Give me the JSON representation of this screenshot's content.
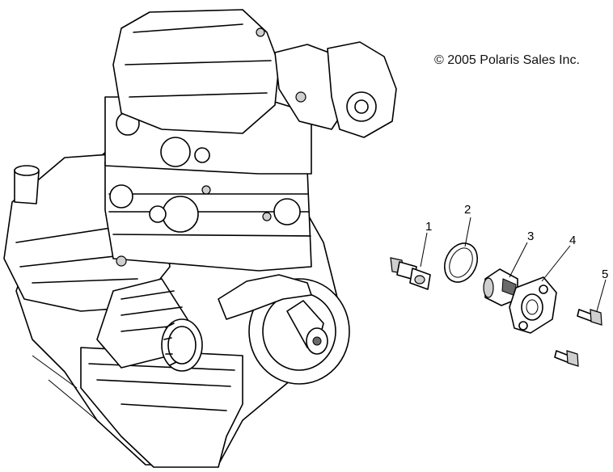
{
  "copyright": "© 2005 Polaris Sales Inc.",
  "callouts": [
    {
      "label": "1"
    },
    {
      "label": "2"
    },
    {
      "label": "3"
    },
    {
      "label": "4"
    },
    {
      "label": "5"
    }
  ]
}
